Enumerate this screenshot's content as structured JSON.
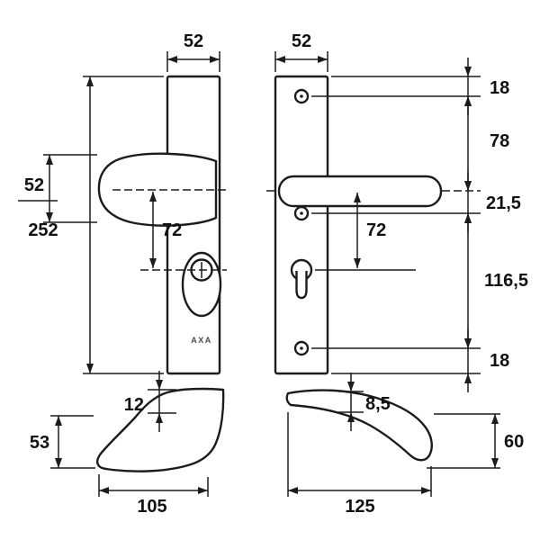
{
  "drawing_title": "door-fitting-dimension-drawing",
  "brand": "AXA",
  "colors": {
    "line": "#1c1c1c",
    "background": "#ffffff"
  },
  "dims": {
    "left_plate_width": "52",
    "right_plate_width": "52",
    "knob_height": "52",
    "plate_height": "252",
    "knob_to_cylinder": "72",
    "lever_to_cylinder": "72",
    "top_to_screw": "18",
    "screw_to_lever_axis": "78",
    "lever_axis_to_screw": "21,5",
    "screw_to_screw": "116,5",
    "screw_to_bottom": "18",
    "knob_neck_thickness": "12",
    "knob_profile_height": "53",
    "knob_profile_length": "105",
    "lever_thickness": "8,5",
    "lever_profile_height": "60",
    "lever_profile_length": "125"
  }
}
